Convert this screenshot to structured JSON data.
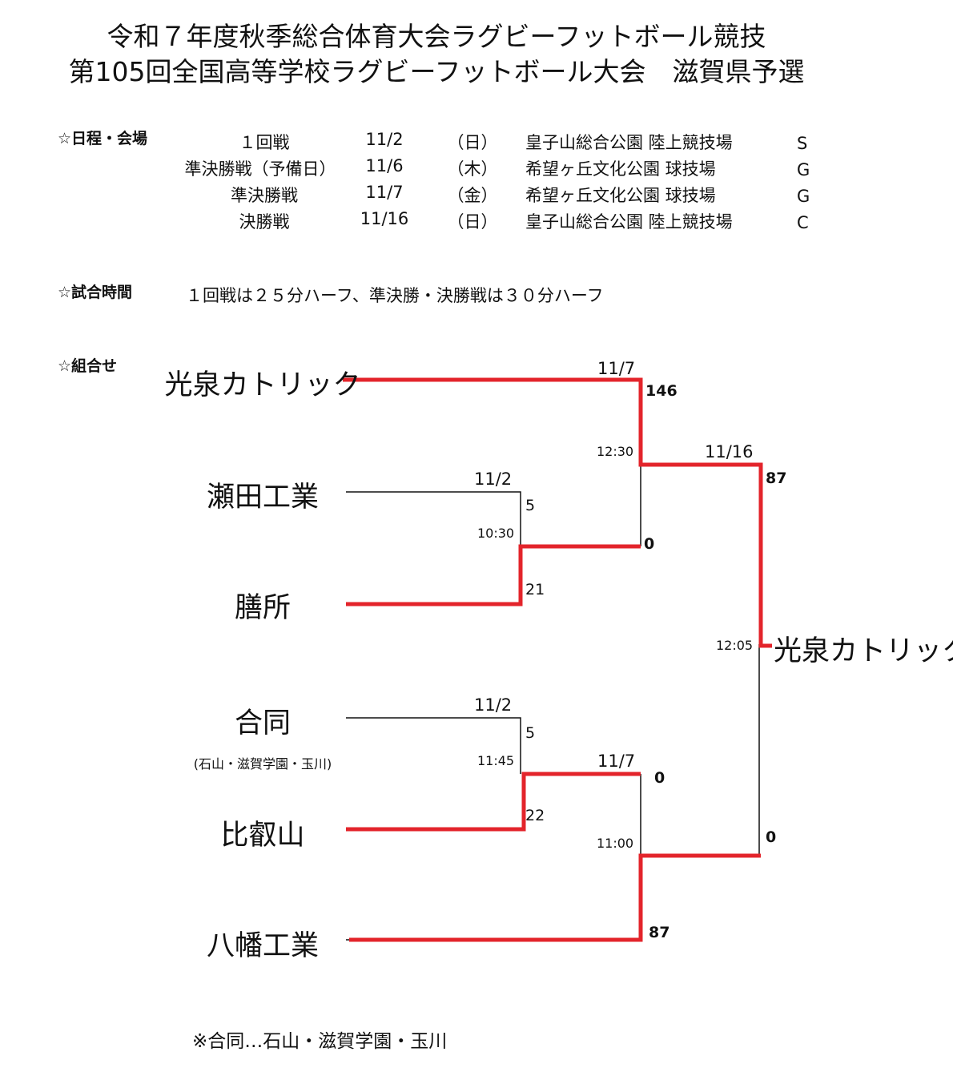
{
  "title_line1": "令和７年度秋季総合体育大会ラグビーフットボール競技",
  "title_line2": "第105回全国高等学校ラグビーフットボール大会　滋賀県予選",
  "schedule": {
    "heading": "☆日程・会場",
    "rows": [
      {
        "round": "１回戦",
        "date": "11/2",
        "day": "（日）",
        "venue": "皇子山総合公園 陸上競技場",
        "code": "S"
      },
      {
        "round": "準決勝戦（予備日）",
        "date": "11/6",
        "day": "（木）",
        "venue": "希望ヶ丘文化公園 球技場",
        "code": "G"
      },
      {
        "round": "準決勝戦",
        "date": "11/7",
        "day": "（金）",
        "venue": "希望ヶ丘文化公園 球技場",
        "code": "G"
      },
      {
        "round": "決勝戦",
        "date": "11/16",
        "day": "（日）",
        "venue": "皇子山総合公園 陸上競技場",
        "code": "C"
      }
    ]
  },
  "match_time": {
    "heading": "☆試合時間",
    "text": "１回戦は２５分ハーフ、準決勝・決勝戦は３０分ハーフ"
  },
  "bracket": {
    "heading": "☆組合せ",
    "teams": [
      "光泉カトリック",
      "瀬田工業",
      "膳所",
      "合同",
      "比叡山",
      "八幡工業"
    ],
    "godo_members": "(石山・滋賀学園・玉川)",
    "champion": "光泉カトリック",
    "matches": {
      "r1_a": {
        "date": "11/2",
        "time": "10:30",
        "score_top": "5",
        "score_bottom": "21"
      },
      "r1_b": {
        "date": "11/2",
        "time": "11:45",
        "score_top": "5",
        "score_bottom": "22"
      },
      "sf_a": {
        "date": "11/7",
        "time": "12:30",
        "score_top": "146",
        "score_bottom": "0"
      },
      "sf_b": {
        "date": "11/7",
        "time": "11:00",
        "score_top": "0",
        "score_bottom": "87"
      },
      "final": {
        "date": "11/16",
        "time": "12:05",
        "score_top": "87",
        "score_bottom": "0"
      }
    },
    "colors": {
      "winner_line": "#e3242b",
      "line": "#111111"
    }
  },
  "note": "※合同…石山・滋賀学園・玉川"
}
